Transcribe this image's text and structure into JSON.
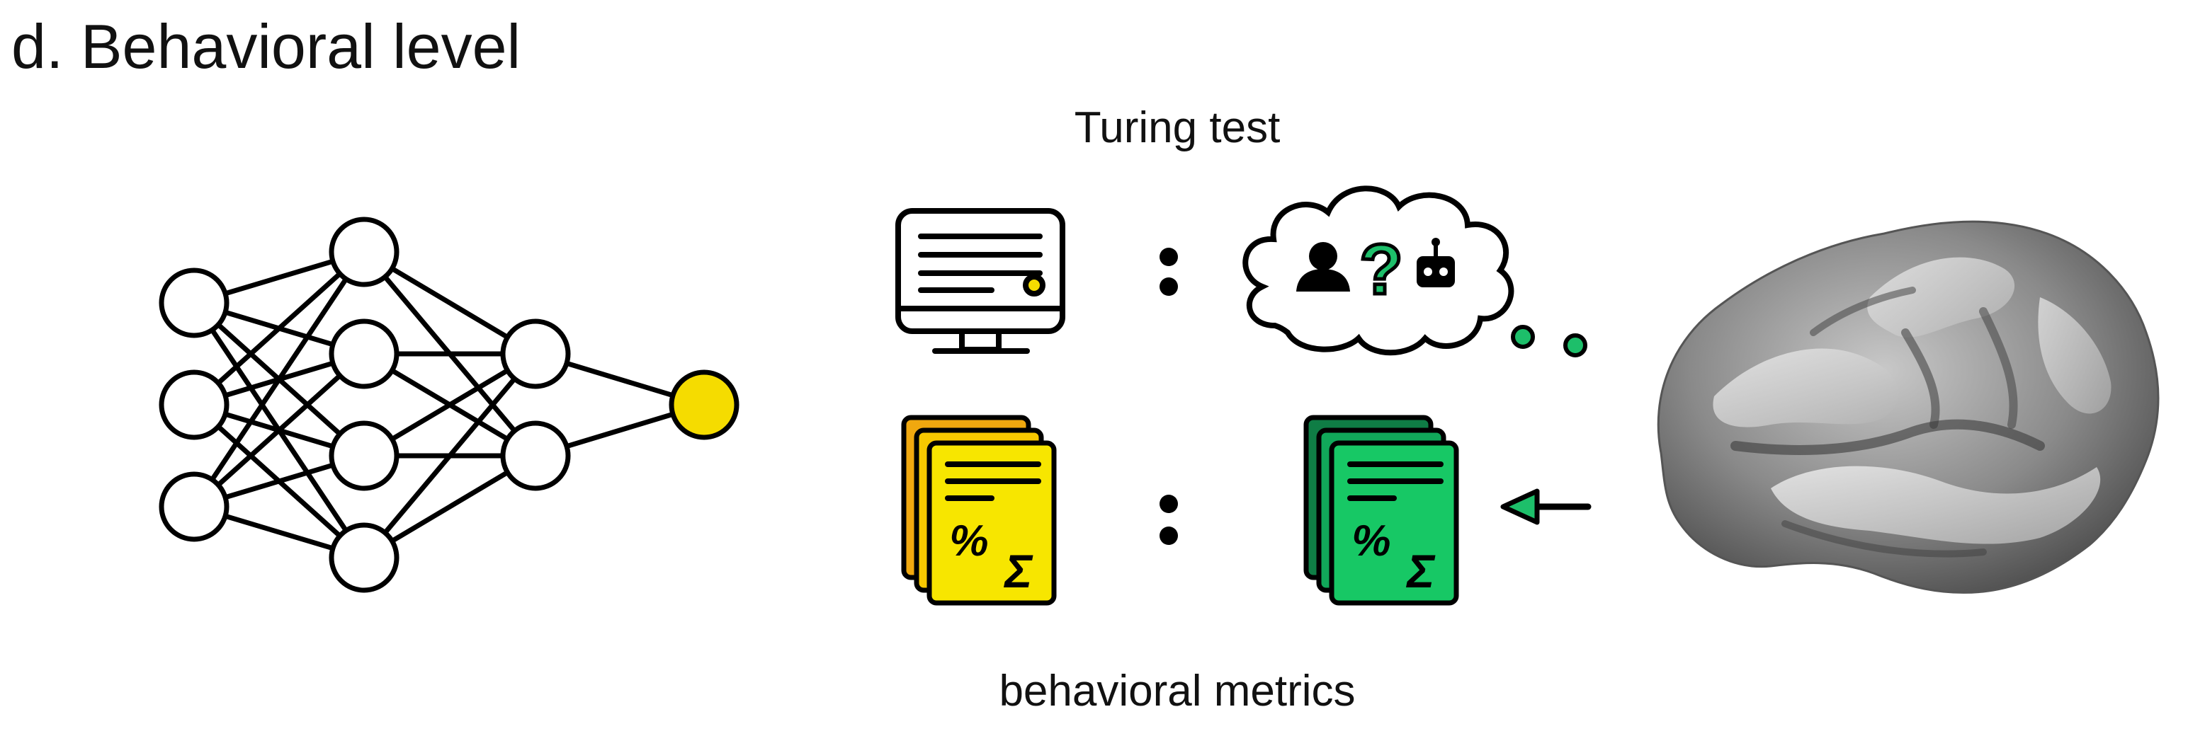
{
  "panel": {
    "title": "d. Behavioral level",
    "turing_label": "Turing test",
    "metrics_label": "behavioral metrics"
  },
  "glyphs": {
    "percent": "%",
    "sigma": "Σ",
    "question": "?"
  },
  "icons": [
    "neural-network-icon",
    "computer-monitor-icon",
    "thought-cloud-icon",
    "person-icon",
    "question-mark-icon",
    "robot-icon",
    "document-stack-icon",
    "arrow-left-icon",
    "brain-cortex-icon"
  ],
  "colors": {
    "stroke": "#000000",
    "output_node": "#f5dc00",
    "model_docs": [
      "#f0a80f",
      "#f7c800",
      "#f7e600"
    ],
    "brain_docs": [
      "#0f7d45",
      "#11a85a",
      "#17c865"
    ],
    "question_accent": "#1dbf6a",
    "dot_accent": "#1dbf6a",
    "arrow_head": "#1dbf6a",
    "brain_light": "#c8c8c8",
    "brain_mid": "#8a8a8a",
    "brain_dark": "#444444"
  }
}
